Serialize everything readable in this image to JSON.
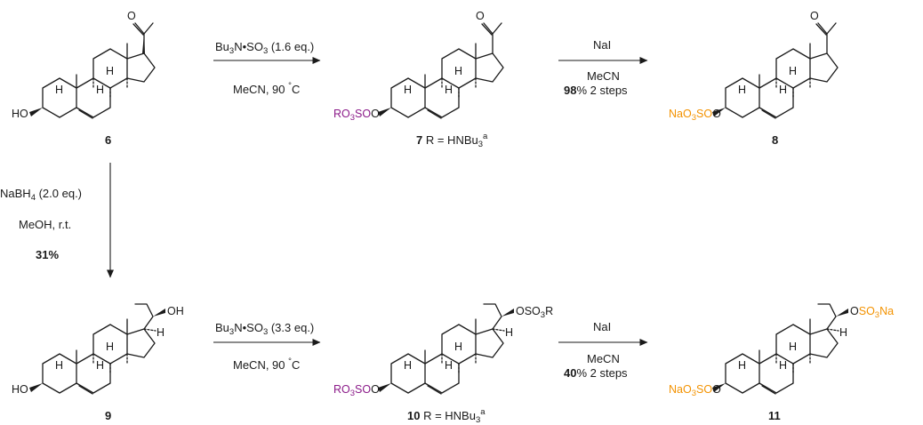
{
  "scheme": {
    "compounds": {
      "c6": {
        "number": "6",
        "ho": "HO"
      },
      "c7": {
        "number": "7",
        "r_label": " R = HNBu",
        "r_sub": "3",
        "r_sup": "a",
        "ester_a": "RO",
        "ester_sub": "3",
        "ester_b": "SO"
      },
      "c8": {
        "number": "8",
        "ester_a": "NaO",
        "ester_sub": "3",
        "ester_b": "SO"
      },
      "c9": {
        "number": "9",
        "ho": "HO",
        "oh": "OH"
      },
      "c10": {
        "number": "10",
        "r_label": " R = HNBu",
        "r_sub": "3",
        "r_sup": "a",
        "ester_a": "RO",
        "ester_sub": "3",
        "ester_b": "SO",
        "side_a": "OSO",
        "side_sub": "3",
        "side_b": "R"
      },
      "c11": {
        "number": "11",
        "ester_a": "NaO",
        "ester_sub": "3",
        "ester_b": "SO",
        "side_a": "OSO",
        "side_sub": "3",
        "side_b": "Na"
      }
    },
    "atoms": {
      "h": "H",
      "o": "O"
    },
    "arrows": {
      "a1": {
        "reagent_a": "Bu",
        "reagent_sub1": "3",
        "reagent_b": "N•SO",
        "reagent_sub2": "3",
        "reagent_c": " (1.6 eq.)",
        "cond_a": "MeCN, 90 ",
        "cond_deg": "°",
        "cond_b": "C"
      },
      "a2": {
        "reagent": "NaI",
        "solvent": "MeCN",
        "yield_bold": "98",
        "yield_rest": "% 2 steps"
      },
      "a3": {
        "reagent_a": "NaBH",
        "reagent_sub": "4",
        "reagent_b": " (2.0 eq.)",
        "solvent": "MeOH, r.t.",
        "yield": "31%"
      },
      "a4": {
        "reagent_a": "Bu",
        "reagent_sub1": "3",
        "reagent_b": "N•SO",
        "reagent_sub2": "3",
        "reagent_c": " (3.3 eq.)",
        "cond_a": "MeCN, 90 ",
        "cond_deg": "°",
        "cond_b": "C"
      },
      "a5": {
        "reagent": "NaI",
        "solvent": "MeCN",
        "yield_bold": "40",
        "yield_rest": "% 2 steps"
      }
    },
    "colors": {
      "sulfate_r": "#8B1A89",
      "sulfate_na": "#F39200",
      "ink": "#1a1a1a"
    }
  }
}
